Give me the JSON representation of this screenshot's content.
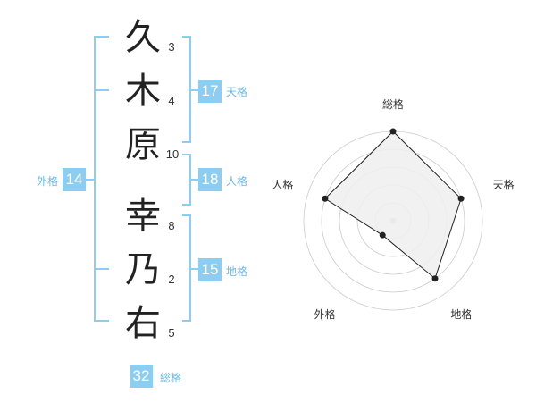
{
  "name": {
    "characters": [
      {
        "char": "久",
        "strokes": "3"
      },
      {
        "char": "木",
        "strokes": "4"
      },
      {
        "char": "原",
        "strokes": "10"
      },
      {
        "char": "幸",
        "strokes": "8"
      },
      {
        "char": "乃",
        "strokes": "2"
      },
      {
        "char": "右",
        "strokes": "5"
      }
    ]
  },
  "fortunes": {
    "tenkaku": {
      "value": "17",
      "label": "天格"
    },
    "jinkaku": {
      "value": "18",
      "label": "人格"
    },
    "chikaku": {
      "value": "15",
      "label": "地格"
    },
    "gaikaku": {
      "value": "14",
      "label": "外格"
    },
    "soukaku": {
      "value": "32",
      "label": "総格"
    }
  },
  "chart_data": {
    "type": "radar",
    "axes": [
      "総格",
      "天格",
      "地格",
      "外格",
      "人格"
    ],
    "values": [
      5,
      4,
      4,
      1,
      4
    ],
    "max": 5,
    "rings": 5,
    "colors": {
      "fill": "#eeeeee",
      "stroke": "#222222",
      "ring": "#cccccc"
    }
  }
}
